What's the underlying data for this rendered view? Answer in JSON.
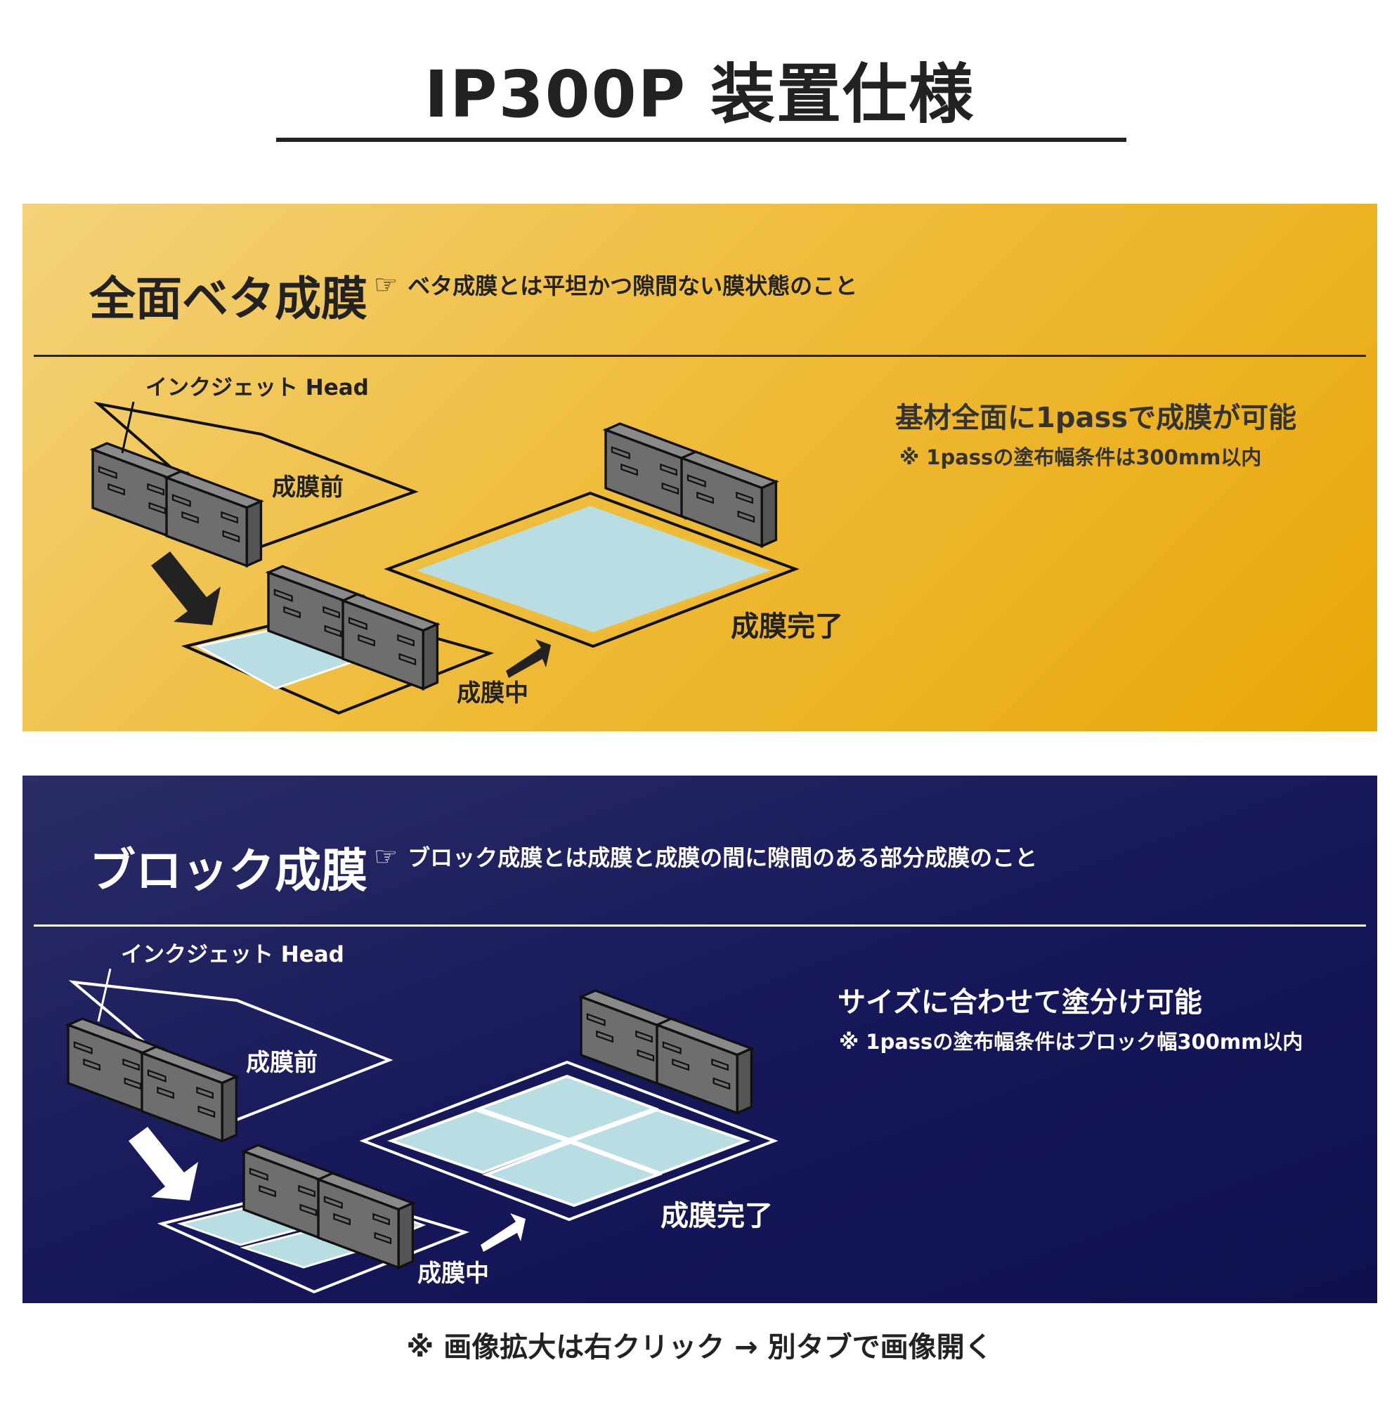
{
  "title": "IP300P 装置仕様",
  "sections": [
    {
      "heading": "全面ベタ成膜",
      "hand_glyph": "☞",
      "description": "ベタ成膜とは平坦かつ隙間ない膜状態のこと",
      "head_label": "インクジェット Head",
      "stage_before": "成膜前",
      "stage_during": "成膜中",
      "stage_done": "成膜完了",
      "side_title": "基材全面に1passで成膜が可能",
      "side_note": "※ 1passの塗布幅条件は300mm以内",
      "colors": {
        "background": "#efbd3c",
        "film": "#b8dde2",
        "outline": "#111111",
        "head": "#6e6e6e"
      }
    },
    {
      "heading": "ブロック成膜",
      "hand_glyph": "☞",
      "description": "ブロック成膜とは成膜と成膜の間に隙間のある部分成膜のこと",
      "head_label": "インクジェット Head",
      "stage_before": "成膜前",
      "stage_during": "成膜中",
      "stage_done": "成膜完了",
      "side_title": "サイズに合わせて塗分け可能",
      "side_note": "※ 1passの塗布幅条件はブロック幅300mm以内",
      "colors": {
        "background": "#17185a",
        "film": "#b8dde2",
        "outline": "#ffffff",
        "head": "#6e6e6e"
      }
    }
  ],
  "footer_note": "※ 画像拡大は右クリック → 別タブで画像開く"
}
